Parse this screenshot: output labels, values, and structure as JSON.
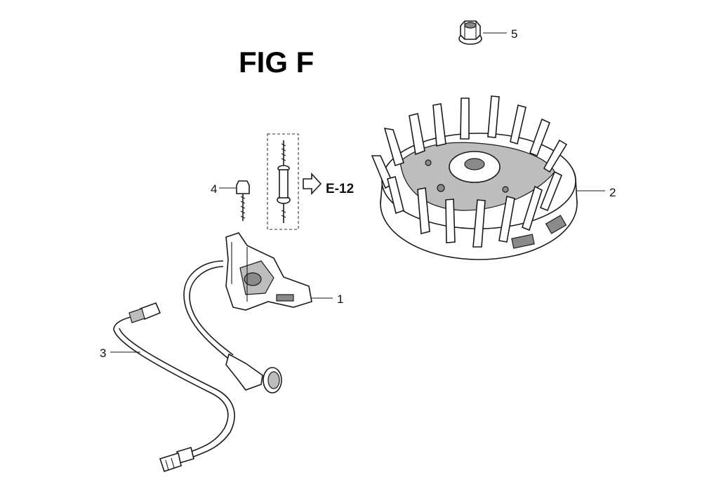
{
  "figure": {
    "title": "FIG F",
    "reference": "E-12"
  },
  "callouts": [
    {
      "number": "1",
      "part": "ignition-coil"
    },
    {
      "number": "2",
      "part": "flywheel"
    },
    {
      "number": "3",
      "part": "stop-switch-wire"
    },
    {
      "number": "4",
      "part": "bolt"
    },
    {
      "number": "5",
      "part": "flange-nut"
    }
  ]
}
